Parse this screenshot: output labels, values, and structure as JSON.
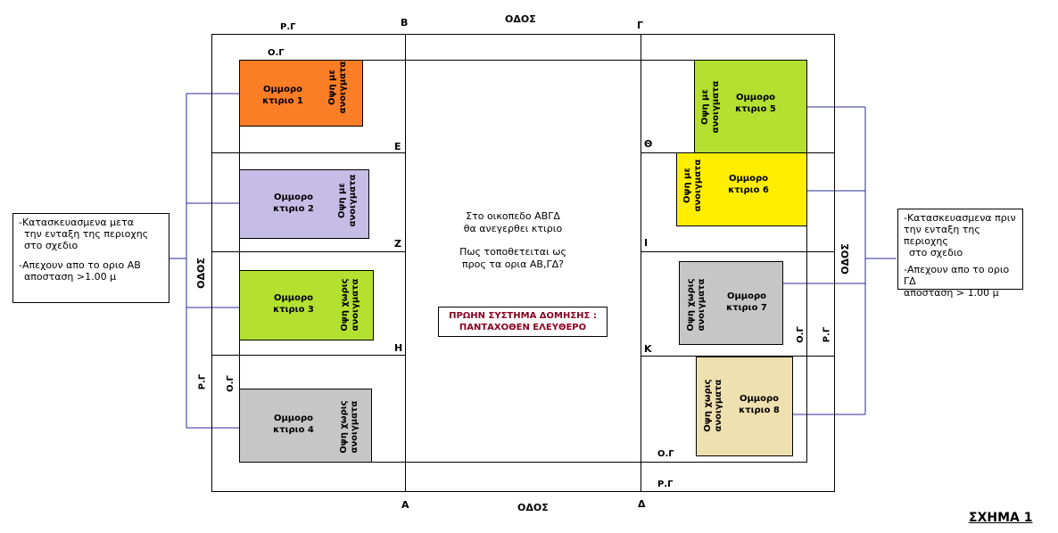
{
  "streets": {
    "top": "ΟΔΟΣ",
    "bottom": "ΟΔΟΣ",
    "left": "ΟΔΟΣ",
    "right": "ΟΔΟΣ"
  },
  "vertices": {
    "A": "Α",
    "B": "Β",
    "G": "Γ",
    "D": "Δ",
    "E": "Ε",
    "Z": "Ζ",
    "H": "Η",
    "TH": "Θ",
    "I": "Ι",
    "K": "Κ"
  },
  "lines": {
    "rg_top": "Ρ.Γ",
    "og_top": "Ο.Γ",
    "rg_left": "Ρ.Γ",
    "og_left": "Ο.Γ",
    "og_right": "Ο.Γ",
    "rg_right": "Ρ.Γ",
    "og_bottom": "Ο.Γ",
    "rg_bottom": "Ρ.Γ"
  },
  "buildings": [
    {
      "id": 1,
      "name_line1": "Ομμορο",
      "name_line2": "κτιριο 1",
      "side_line1": "Οψη με",
      "side_line2": "ανοιγματα",
      "color": "#fb7d26"
    },
    {
      "id": 2,
      "name_line1": "Ομμορο",
      "name_line2": "κτιριο 2",
      "side_line1": "Οψη με",
      "side_line2": "ανοιγματα",
      "color": "#c6bde6"
    },
    {
      "id": 3,
      "name_line1": "Ομμορο",
      "name_line2": "κτιριο 3",
      "side_line1": "Οψη χωρις",
      "side_line2": "ανοιγματα",
      "color": "#b4e030"
    },
    {
      "id": 4,
      "name_line1": "Ομμορο",
      "name_line2": "κτιριο 4",
      "side_line1": "Οψη χωρις",
      "side_line2": "ανοιγματα",
      "color": "#c6c6c6"
    },
    {
      "id": 5,
      "name_line1": "Ομμορο",
      "name_line2": "κτιριο 5",
      "side_line1": "Οψη με",
      "side_line2": "ανοιγματα",
      "color": "#b4e030"
    },
    {
      "id": 6,
      "name_line1": "Ομμορο",
      "name_line2": "κτιριο 6",
      "side_line1": "Οψη με",
      "side_line2": "ανοιγματα",
      "color": "#ffee00"
    },
    {
      "id": 7,
      "name_line1": "Ομμορο",
      "name_line2": "κτιριο 7",
      "side_line1": "Οψη χωρις",
      "side_line2": "ανοιγματα",
      "color": "#c6c6c6"
    },
    {
      "id": 8,
      "name_line1": "Ομμορο",
      "name_line2": "κτιριο 8",
      "side_line1": "Οψη χωρις",
      "side_line2": "ανοιγματα",
      "color": "#efe0b0"
    }
  ],
  "center": {
    "q1": "Στο οικοπεδο ΑΒΓΔ",
    "q2": "θα ανεγερθει κτιριο",
    "q3": "Πως τοποθετειται ως",
    "q4": "προς τα ορια ΑΒ,ΓΔ?",
    "system1": "ΠΡΩΗΝ ΣΥΣΤΗΜΑ ΔΟΜΗΣΗΣ :",
    "system2": "ΠΑΝΤΑΧΟΘΕΝ ΕΛΕΥΘΕΡΟ"
  },
  "notes": {
    "left": {
      "l1": "-Κατασκευασμενα μετα",
      "l2": "την ενταξη της περιοχης",
      "l3": "στο σχεδιο",
      "l4": "-Απεχουν απο το οριο ΑΒ",
      "l5": "αποσταση >1.00 μ"
    },
    "right": {
      "l1": "-Κατασκευασμενα πριν",
      "l2": "την ενταξη της περιοχης",
      "l3": "στο σχεδιο",
      "l4": "-Απεχουν απο το οριο ΓΔ",
      "l5": "αποσταση > 1.00 μ"
    }
  },
  "figure_title": "ΣΧΗΜΑ 1",
  "colors": {
    "connector": "#2b2b9a",
    "system_text": "#8b0020"
  }
}
